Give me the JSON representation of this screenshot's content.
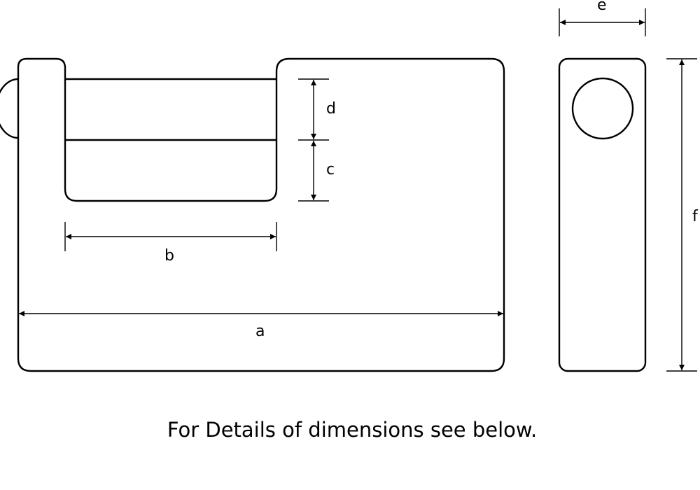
{
  "labels": {
    "a": "a",
    "b": "b",
    "c": "c",
    "d": "d",
    "e": "e",
    "f": "f"
  },
  "caption": "For Details of dimensions see below.",
  "colors": {
    "line": "#000000",
    "background": "#ffffff"
  }
}
